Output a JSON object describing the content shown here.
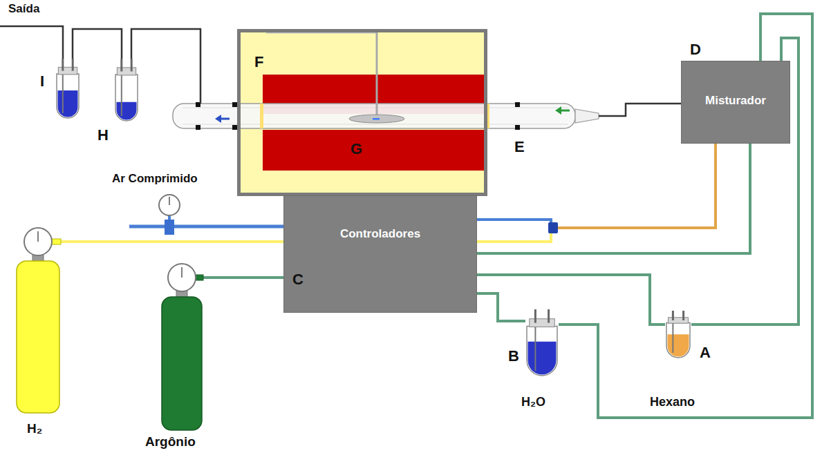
{
  "diagram": {
    "nodes": [
      {
        "text": [
          "I"
        ]
      },
      {
        "text": [
          "H"
        ]
      },
      {
        "text": [
          "F"
        ]
      },
      {
        "text": [
          "G"
        ],
        "in": 2
      },
      {
        "text": [
          "D",
          "Misturador"
        ]
      },
      {
        "text": [
          "Controladores",
          "C"
        ]
      },
      {
        "text": [
          "H₂"
        ]
      },
      {
        "text": [
          "Argônio"
        ]
      },
      {
        "text": [
          "B",
          "H₂O"
        ]
      },
      {
        "text": [
          "A",
          "Hexano"
        ]
      }
    ],
    "edges": [
      {
        "from": 1,
        "to": 0,
        "arrow": "none"
      },
      {
        "from": 6,
        "to": 5,
        "arrow": "none"
      },
      {
        "from": 7,
        "to": 5,
        "arrow": "none"
      },
      {
        "from": 5,
        "to": 8,
        "arrow": "none"
      },
      {
        "from": 8,
        "to": 4,
        "arrow": "none"
      },
      {
        "from": 5,
        "to": 9,
        "arrow": "none"
      },
      {
        "from": 9,
        "to": 4,
        "arrow": "none"
      },
      {
        "from": 5,
        "to": 4,
        "arrow": "none"
      }
    ],
    "labels": [
      "Saída",
      "E",
      "Ar Comprimido"
    ]
  }
}
